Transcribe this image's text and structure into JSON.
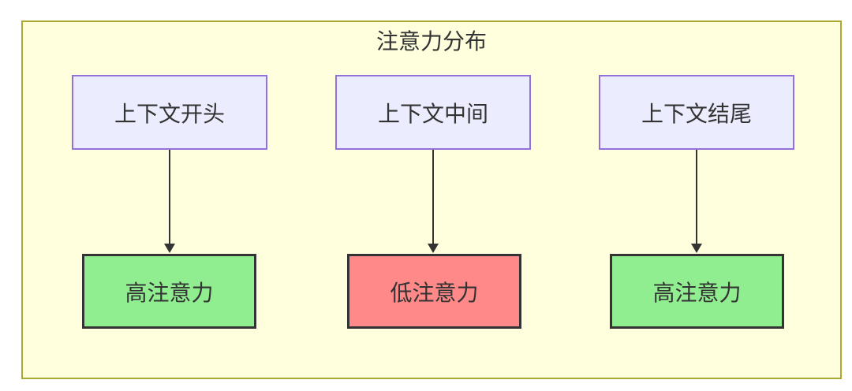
{
  "diagram": {
    "type": "flowchart",
    "title": "注意力分布",
    "columns": [
      {
        "source": "上下文开头",
        "target": "高注意力",
        "target_type": "high"
      },
      {
        "source": "上下文中间",
        "target": "低注意力",
        "target_type": "low"
      },
      {
        "source": "上下文结尾",
        "target": "高注意力",
        "target_type": "high"
      }
    ],
    "colors": {
      "clusterFill": "#ffffde",
      "clusterStroke": "#aaaa33",
      "nodeFill": "#ececff",
      "nodeStroke": "#9370db",
      "highFill": "#90ee90",
      "lowFill": "#ff8888",
      "edgeColor": "#333333",
      "text": "#333333"
    }
  }
}
